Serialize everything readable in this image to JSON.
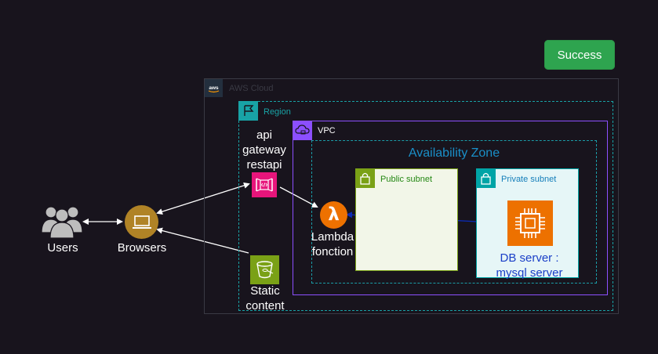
{
  "status_button": {
    "label": "Success"
  },
  "groups": {
    "aws_cloud": "AWS Cloud",
    "region": "Region",
    "vpc": "VPC",
    "availability_zone": "Availability Zone",
    "public_subnet": "Public subnet",
    "private_subnet": "Private subnet"
  },
  "nodes": {
    "users": "Users",
    "browsers": "Browsers",
    "api_gateway": [
      "api",
      "gateway",
      "restapi"
    ],
    "lambda": [
      "Lambda",
      "fonction"
    ],
    "static_content": [
      "Static",
      "content"
    ],
    "db_server": [
      "DB server :",
      "mysql server"
    ]
  },
  "colors": {
    "background": "#18141d",
    "success": "#2ea44f",
    "region": "#18a3a6",
    "vpc": "#8c4fff",
    "api_gateway": "#e7157b",
    "lambda": "#ed7100",
    "s3": "#7aa116",
    "ec2": "#ed7100",
    "browser": "#b08326",
    "arrow_dark": "#0b2bb6"
  },
  "icons": {
    "aws_cloud": "aws-logo-icon",
    "region": "flag-icon",
    "vpc": "cloud-lock-icon",
    "public_subnet": "lock-icon",
    "private_subnet": "lock-icon",
    "users": "users-icon",
    "browsers": "laptop-icon",
    "api_gateway": "api-gateway-icon",
    "lambda": "lambda-icon",
    "static_content": "s3-bucket-icon",
    "db_server": "chip-icon"
  }
}
